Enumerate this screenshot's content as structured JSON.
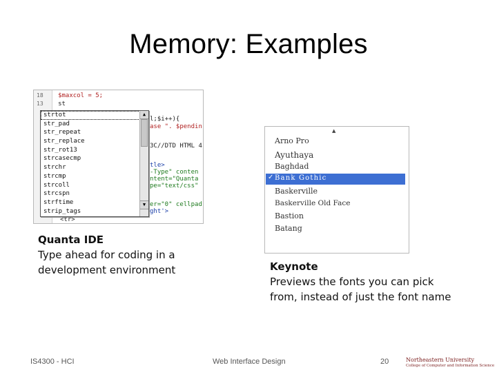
{
  "slide": {
    "title": "Memory: Examples"
  },
  "quanta": {
    "code_lines": [
      {
        "num": "18",
        "text": "$maxcol = 5;"
      },
      {
        "num": "13",
        "text": "st"
      },
      {
        "num": "",
        "text": "l;$i++){"
      },
      {
        "num": "",
        "text": "ase \". $pendin"
      },
      {
        "num": "",
        "text": "3C//DTD HTML 4"
      },
      {
        "num": "",
        "text": "tle>"
      },
      {
        "num": "",
        "text": "-Type\" conten"
      },
      {
        "num": "",
        "text": "ntent=\"Quanta"
      },
      {
        "num": "",
        "text": "pe=\"text/css\""
      },
      {
        "num": "",
        "text": "er=\"0\" cellpad"
      },
      {
        "num": "",
        "text": "ght'>"
      },
      {
        "num": "",
        "text": "<tr>"
      }
    ],
    "autocomplete_items": [
      "strtot",
      "str_pad",
      "str_repeat",
      "str_replace",
      "str_rot13",
      "strcasecmp",
      "strchr",
      "strcmp",
      "strcoll",
      "strcspn",
      "strftime",
      "strip_tags"
    ],
    "caption_title": "Quanta IDE",
    "caption_lines": [
      "Type ahead for coding in a",
      "development environment"
    ]
  },
  "keynote": {
    "fonts_above": [
      "Arno Pro",
      "Ayuthaya",
      "Baghdad"
    ],
    "selected_font": "Bank Gothic",
    "check_mark": "✓",
    "fonts_below": [
      "Baskerville",
      "Baskerville Old Face",
      "Bastion",
      "Batang"
    ],
    "caption_title": "Keynote",
    "caption_lines": [
      "Previews the fonts you can pick",
      "from, instead of just the font name"
    ]
  },
  "footer": {
    "left": "IS4300 - HCI",
    "center": "Web Interface Design",
    "page": "20",
    "logo_top": "Northeastern University",
    "logo_bottom": "College of Computer and Information Science"
  },
  "colors": {
    "selection_blue": "#3d6fd3",
    "logo_red": "#7a1c1c"
  }
}
